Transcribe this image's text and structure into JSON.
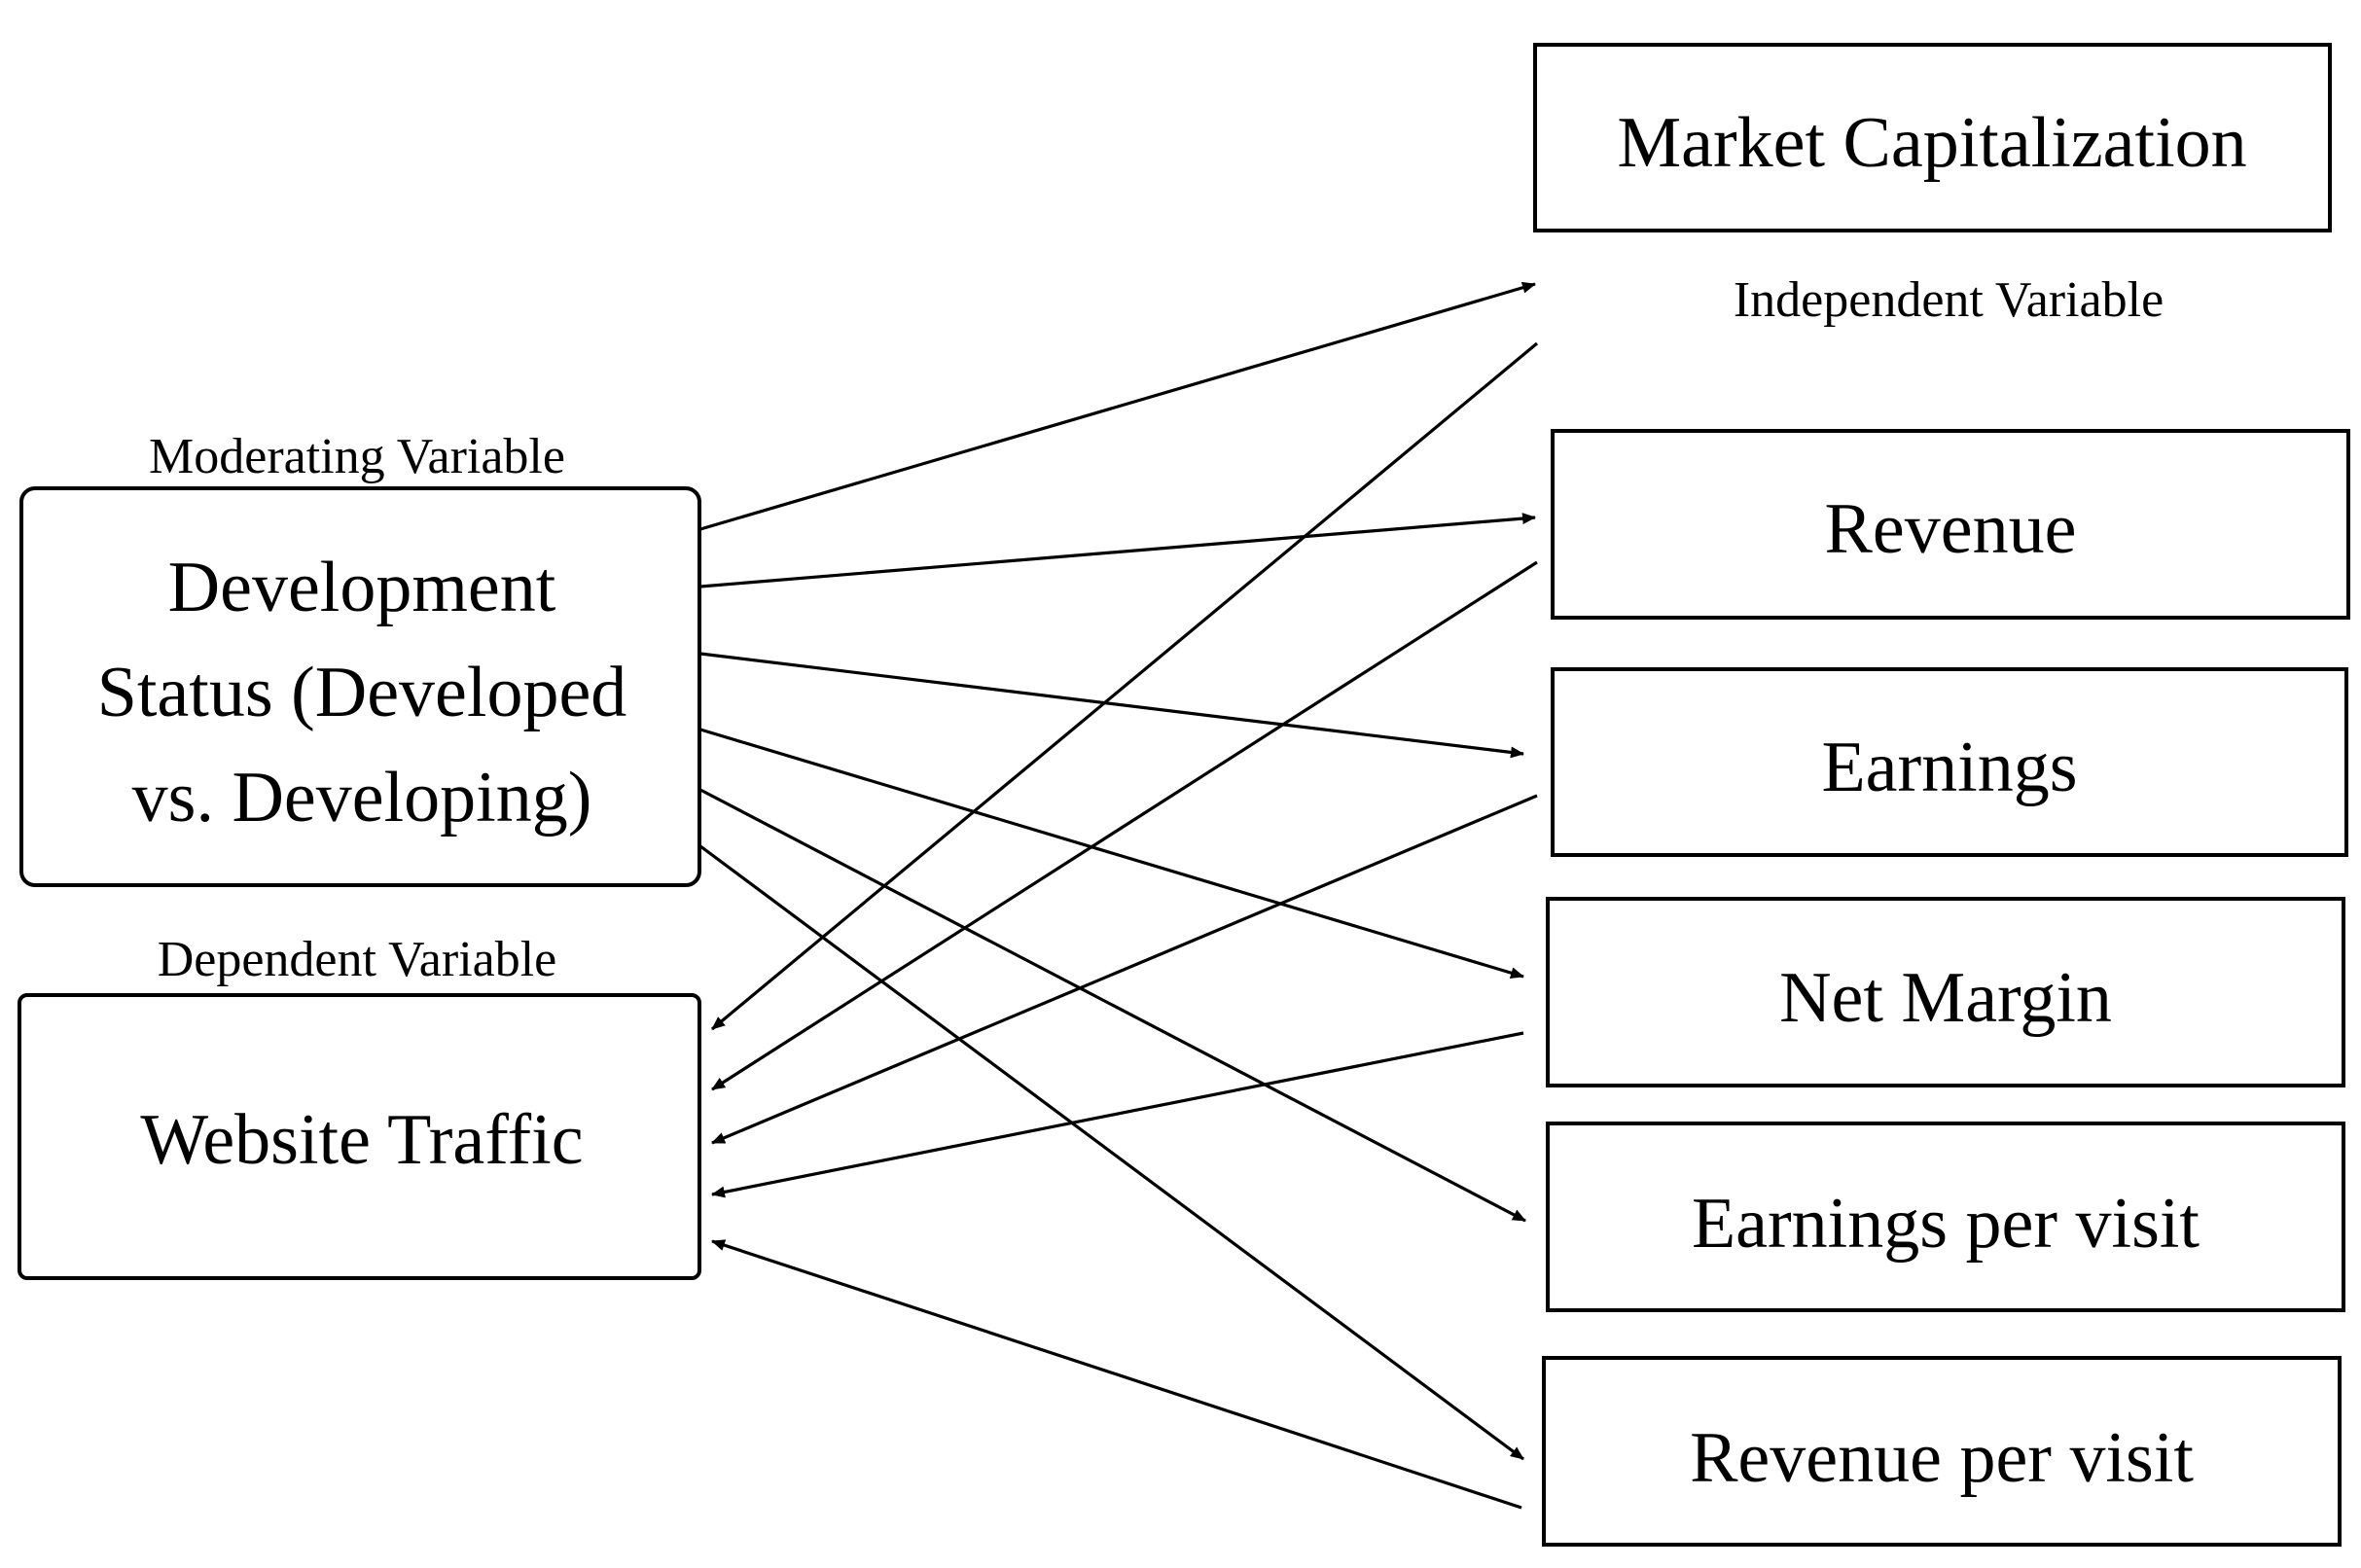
{
  "moderator": {
    "caption": "Moderating Variable",
    "lines": [
      "Development",
      "Status (Developed",
      "vs. Developing)"
    ]
  },
  "dependent": {
    "caption": "Dependent Variable",
    "label": "Website Traffic"
  },
  "independent": {
    "caption": "Independent Variable",
    "items": [
      "Market Capitalization",
      "Revenue",
      "Earnings",
      "Net Margin",
      "Earnings per visit",
      "Revenue per visit"
    ]
  },
  "colors": {
    "stroke": "#000000",
    "background": "#ffffff"
  }
}
